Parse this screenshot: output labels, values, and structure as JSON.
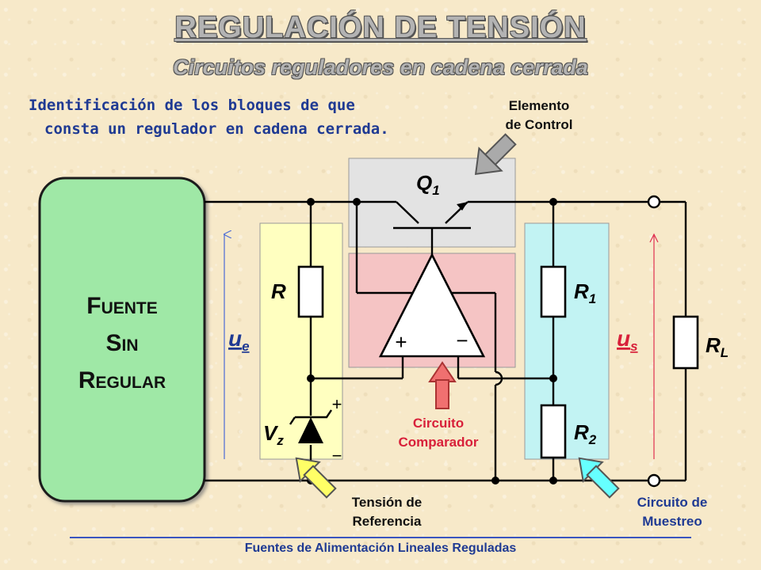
{
  "title": "REGULACIÓN DE TENSIÓN",
  "subtitle": "Circuitos reguladores en cadena cerrada",
  "intro": {
    "line1": "Identificación de los bloques de que",
    "line2": "consta un regulador en cadena cerrada."
  },
  "source_block": {
    "line1": "Fuente",
    "line2": "Sin",
    "line3": "Regular"
  },
  "labels": {
    "control_element": {
      "line1": "Elemento",
      "line2": "de Control"
    },
    "comparator": {
      "line1": "Circuito",
      "line2": "Comparador"
    },
    "reference": {
      "line1": "Tensión de",
      "line2": "Referencia"
    },
    "sampling": {
      "line1": "Circuito de",
      "line2": "Muestreo"
    }
  },
  "components": {
    "q1": "Q",
    "q1_sub": "1",
    "r": "R",
    "r1": "R",
    "r1_sub": "1",
    "r2": "R",
    "r2_sub": "2",
    "rl": "R",
    "rl_sub": "L",
    "vz": "V",
    "vz_sub": "z",
    "ue": "u",
    "ue_sub": "e",
    "us": "u",
    "us_sub": "s",
    "plus": "+",
    "minus": "−"
  },
  "footer": "Fuentes de Alimentación Lineales Reguladas",
  "colors": {
    "title_gray": "#b3b3b3",
    "blue_text": "#1f3a93",
    "red_text": "#d8203a",
    "source_fill": "#9fe8a6",
    "reference_fill": "#ffffc0",
    "control_fill": "#e3e3e3",
    "comparator_fill": "#f5c4c4",
    "sampling_fill": "#c2f3f3"
  }
}
